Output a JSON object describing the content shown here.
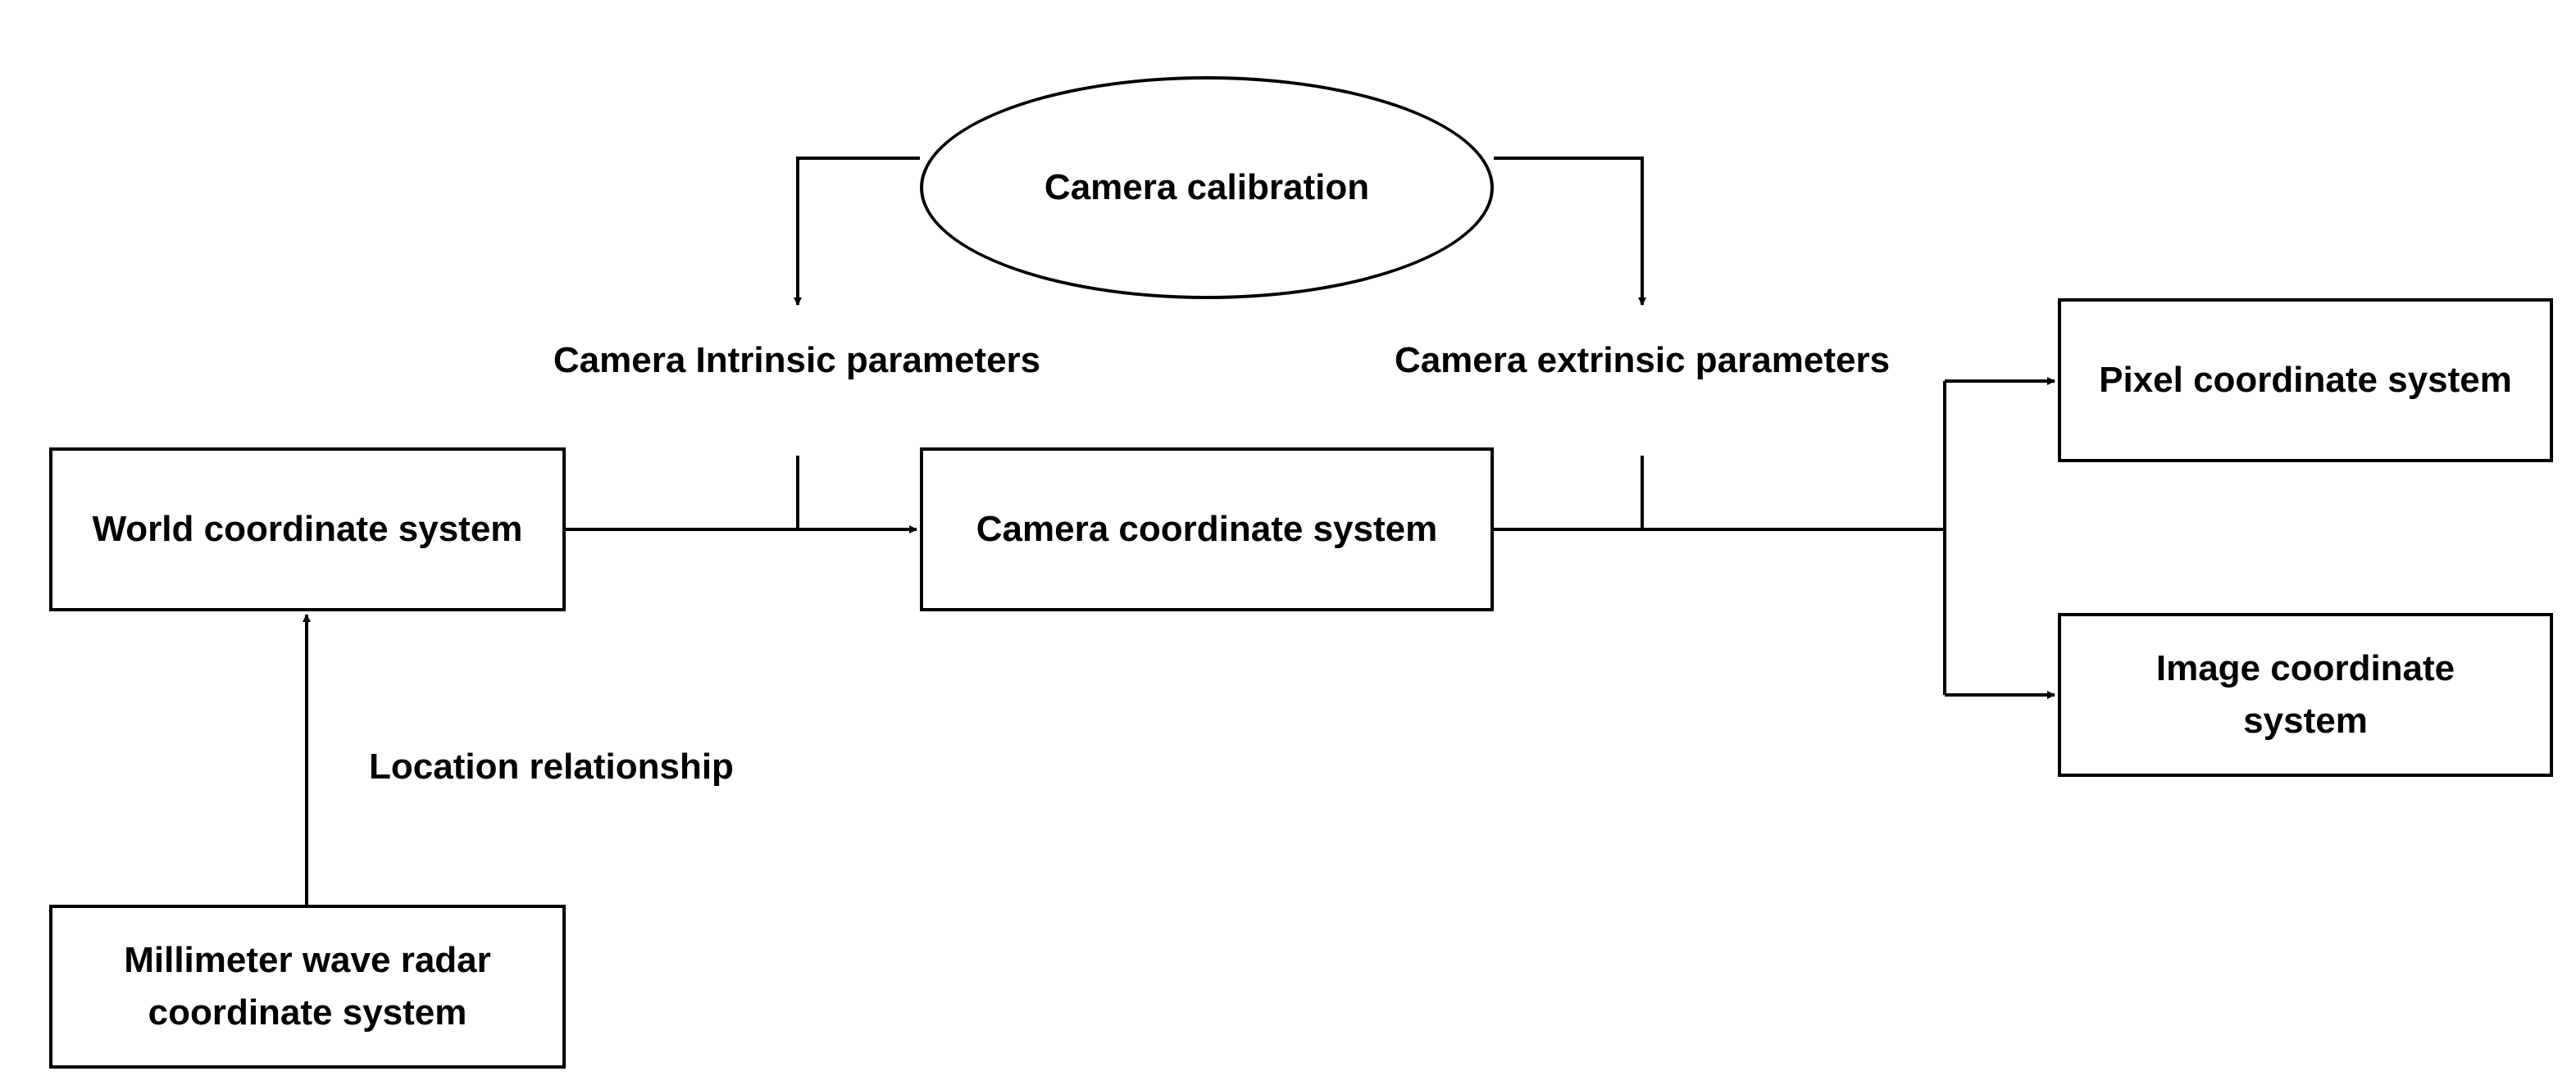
{
  "diagram": {
    "nodes": {
      "camera_calibration": "Camera calibration",
      "world_cs": "World coordinate system",
      "camera_cs": "Camera coordinate system",
      "pixel_cs": "Pixel coordinate system",
      "image_cs": "Image coordinate system",
      "radar_cs": "Millimeter wave radar coordinate system"
    },
    "edge_labels": {
      "intrinsic": "Camera Intrinsic parameters",
      "extrinsic": "Camera extrinsic parameters",
      "location": "Location relationship"
    },
    "colors": {
      "stroke": "#000000",
      "background": "#ffffff"
    }
  }
}
